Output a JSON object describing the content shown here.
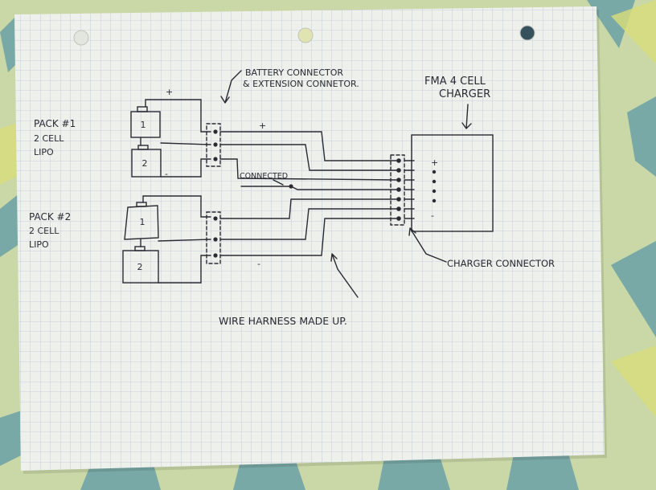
{
  "colors": {
    "paper": "#eef0ec",
    "grid": "#b8c6d8",
    "ink": "#2a2a33",
    "fabric_base": "#c9d8a6",
    "fabric_teal": "#5e9aa6",
    "fabric_yellow": "#d9dd7a"
  },
  "labels": {
    "pack1_line1": "PACK #1",
    "pack1_line2": "2 CELL",
    "pack1_line3": "LIPO",
    "pack2_line1": "PACK #2",
    "pack2_line2": "2 CELL",
    "pack2_line3": "LIPO",
    "battery_connector_line1": "BATTERY CONNECTOR",
    "battery_connector_line2": "& EXTENSION CONNETOR.",
    "charger_line1": "FMA 4 CELL",
    "charger_line2": "CHARGER",
    "connected": "CONNECTED",
    "charger_connector": "CHARGER CONNECTOR",
    "wire_harness": "WIRE HARNESS MADE UP.",
    "cell_1": "1",
    "cell_2": "2",
    "plus": "+",
    "minus": "-",
    "pin_plus": "+",
    "pin_minus": "-"
  }
}
